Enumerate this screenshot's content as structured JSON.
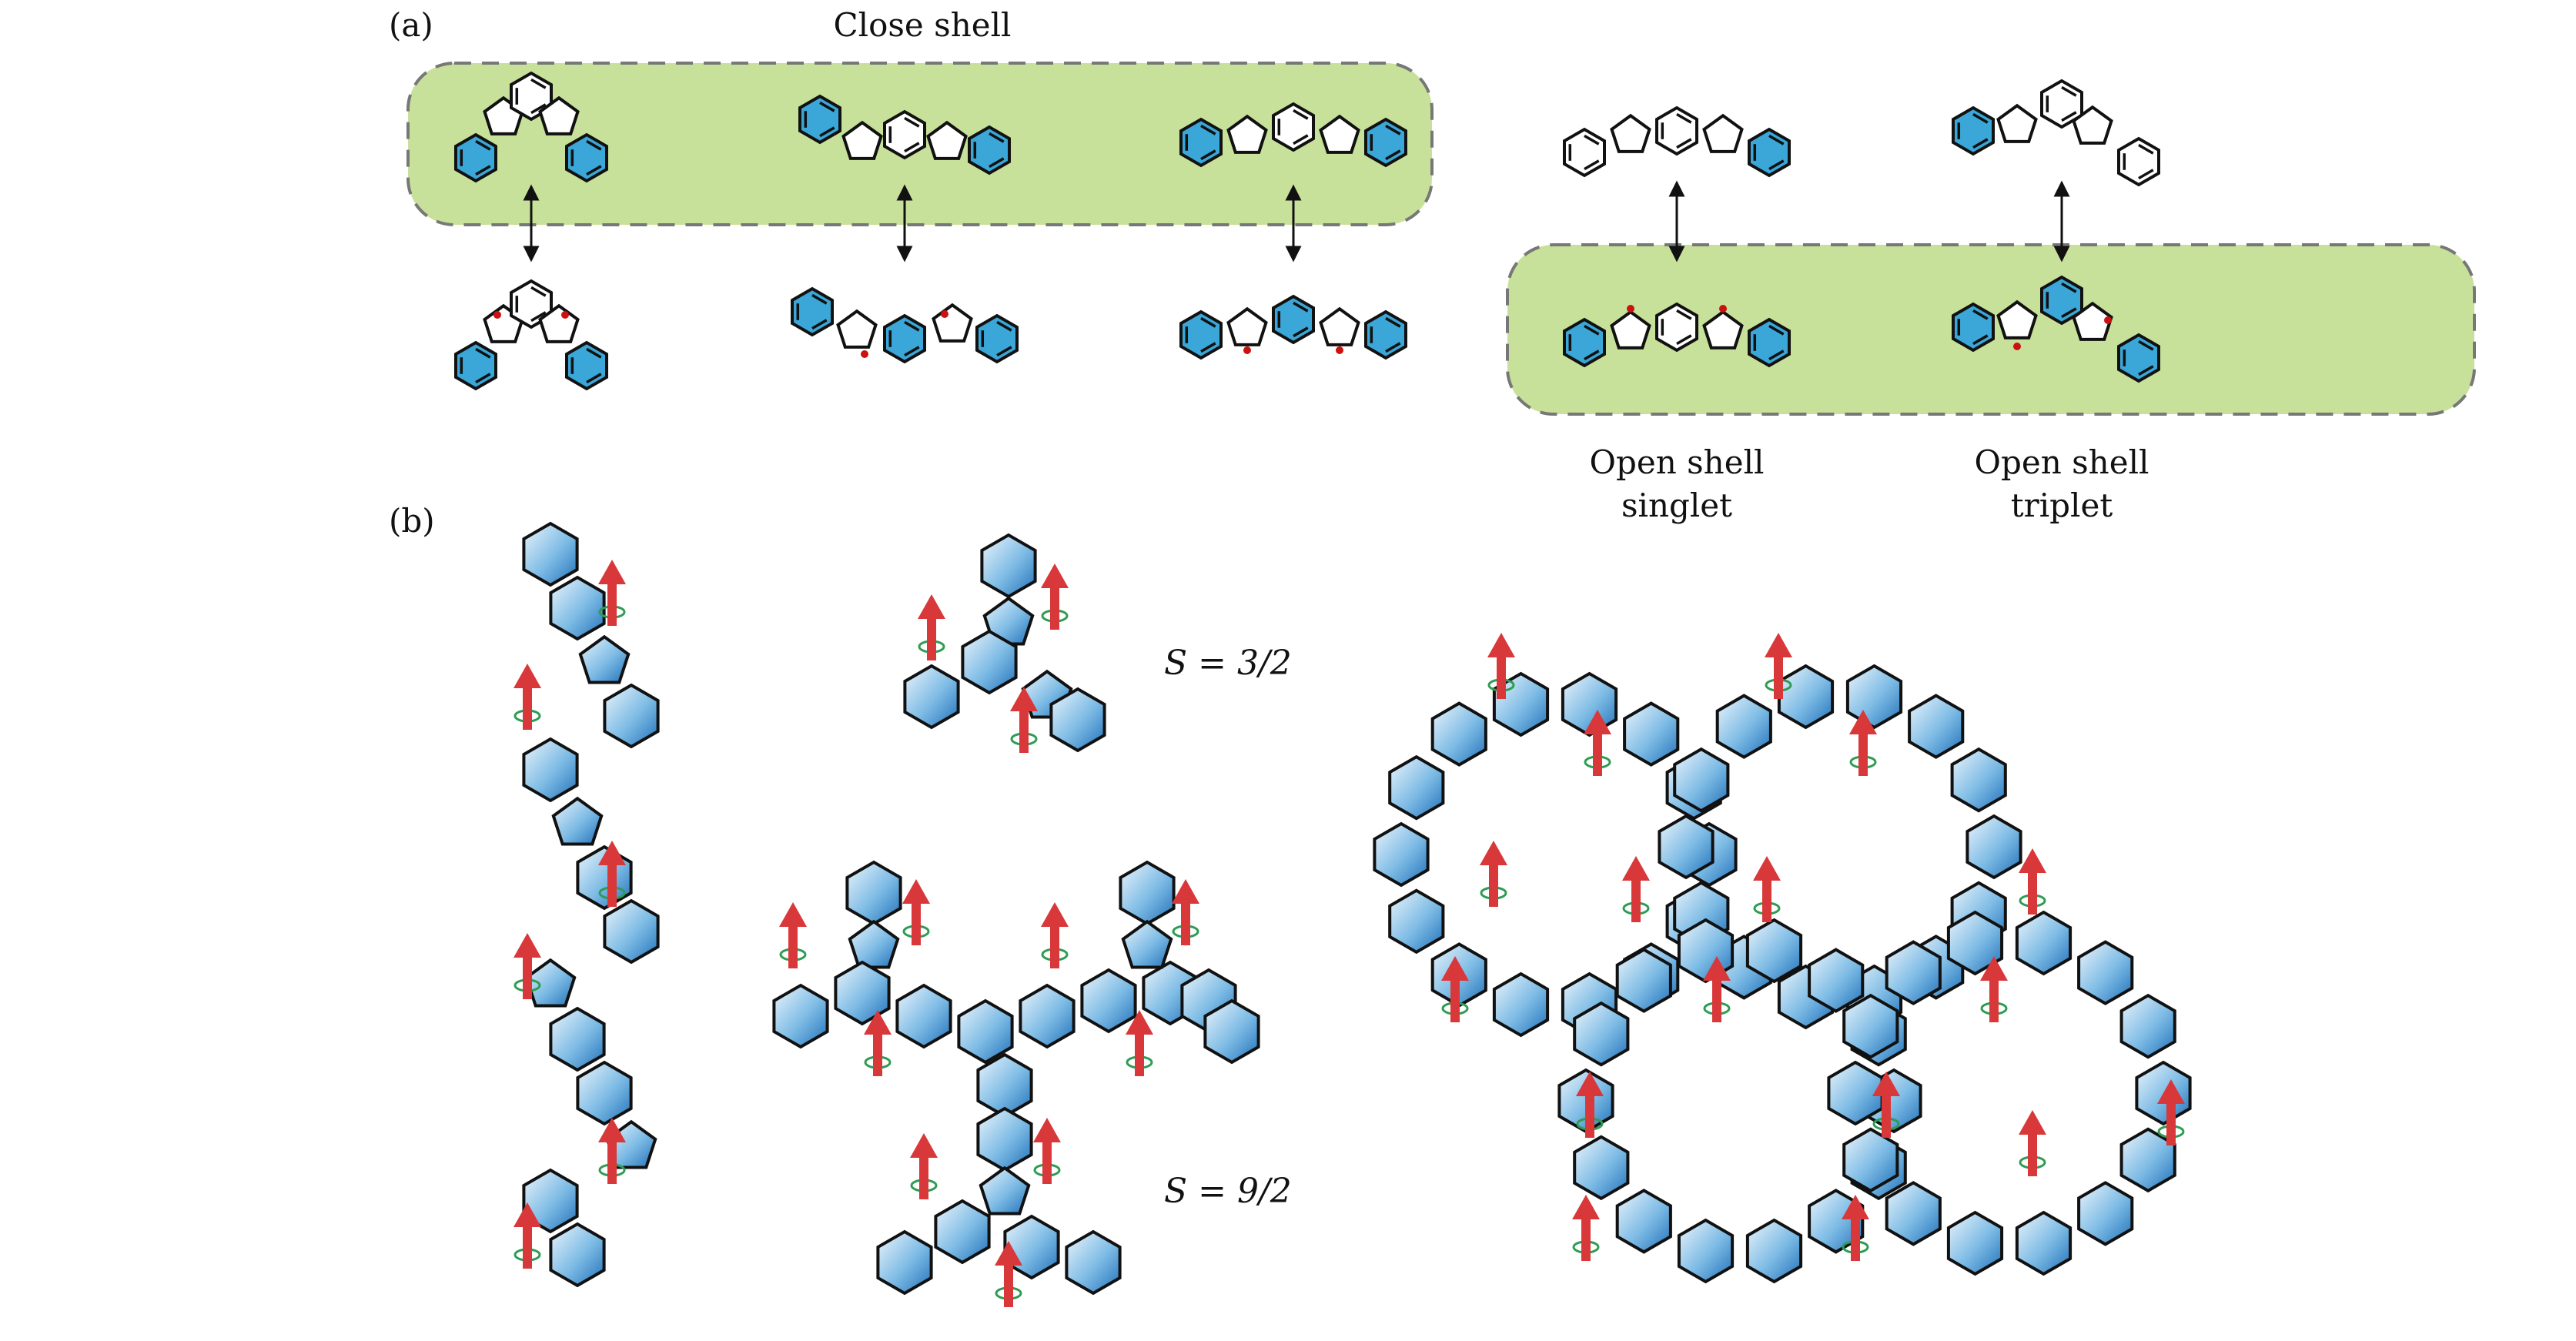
{
  "panels": {
    "a": {
      "label": "(a)",
      "close_shell_title": "Close shell",
      "open_shell_singlet": [
        "Open shell",
        "singlet"
      ],
      "open_shell_triplet": [
        "Open shell",
        "triplet"
      ]
    },
    "b": {
      "label": "(b)",
      "spin_small": "S = 3/2",
      "spin_large": "S = 9/2"
    }
  },
  "colors": {
    "highlight_box": "#c8e19a",
    "box_border": "#777777",
    "ring_fill": "#3aa7d8",
    "radical_dot": "#cc1111",
    "spin_arrow": "#d9383a",
    "spin_orbit": "#2e9c52",
    "ribbon_dark": "#1f6fb8",
    "ribbon_light": "#eef6fc"
  },
  "icons": [
    "double-headed-arrow-icon",
    "spin-up-arrow-icon",
    "hexagon-ring-icon",
    "pentagon-ring-icon"
  ]
}
